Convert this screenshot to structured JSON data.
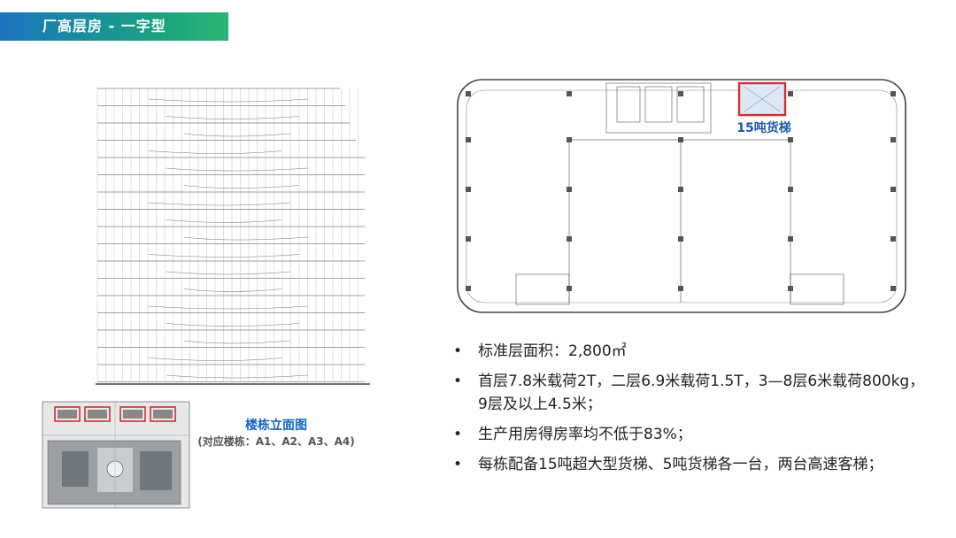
{
  "header": {
    "title": "厂高层房 - 一字型"
  },
  "elevation": {
    "caption": "楼栋立面图",
    "subcaption": "(对应楼栋：A1、A2、A3、A4)"
  },
  "floorplan": {
    "elevator_label": "15吨货梯"
  },
  "bullets": [
    {
      "text": "标准层面积：2,800㎡"
    },
    {
      "text": "首层7.8米载荷2T，二层6.9米载荷1.5T，3—8层6米载荷800kg，9层及以上4.5米；"
    },
    {
      "text": "生产用房得房率均不低于83%；"
    },
    {
      "text": "每栋配备15吨超大型货梯、5吨货梯各一台，两台高速客梯；"
    }
  ],
  "colors": {
    "header_start": "#1a74c0",
    "header_end": "#2bb673",
    "accent": "#1565c0",
    "highlight": "#d32f2f"
  }
}
